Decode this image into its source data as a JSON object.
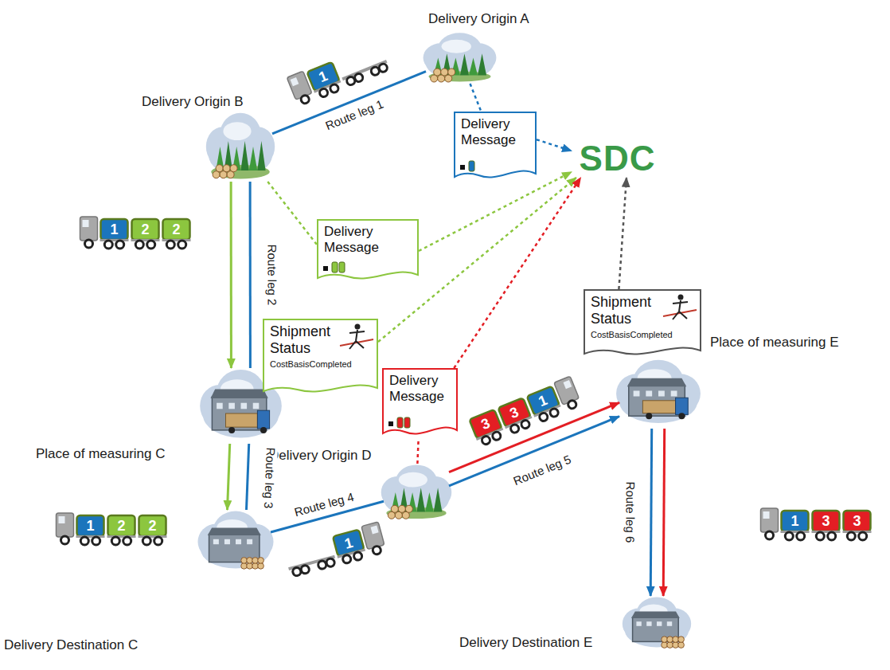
{
  "diagram": {
    "nodes": [
      {
        "text": [
          "Delivery Origin A"
        ]
      },
      {
        "text": [
          "Delivery Origin B"
        ]
      },
      {
        "text": [
          "SDC"
        ]
      },
      {
        "text": [
          "Delivery Message"
        ]
      },
      {
        "text": [
          "Delivery Message"
        ]
      },
      {
        "text": [
          "Shipment Status",
          "CostBasisCompleted"
        ]
      },
      {
        "text": [
          "Shipment Status",
          "CostBasisCompleted"
        ]
      },
      {
        "text": [
          "Place of measuring C"
        ]
      },
      {
        "text": [
          "Delivery Message"
        ]
      },
      {
        "text": [
          "Delivery Origin D"
        ]
      },
      {
        "text": [
          "Place of measuring E"
        ]
      },
      {
        "text": [
          "Delivery Destination C"
        ]
      },
      {
        "text": [
          "Delivery Destination E"
        ]
      }
    ],
    "edges": [
      {
        "from": 0,
        "to": 1,
        "label": "Route leg 1",
        "arrow": "none"
      },
      {
        "from": 1,
        "to": 7,
        "label": "Route leg 2",
        "arrow": "none"
      },
      {
        "from": 1,
        "to": 7,
        "arrow": "to"
      },
      {
        "from": 7,
        "to": 11,
        "label": "Route leg 3",
        "arrow": "none"
      },
      {
        "from": 7,
        "to": 11,
        "arrow": "to"
      },
      {
        "from": 11,
        "to": 9,
        "label": "Route leg 4",
        "arrow": "none"
      },
      {
        "from": 9,
        "to": 10,
        "label": "Route leg 5",
        "arrow": "to"
      },
      {
        "from": 9,
        "to": 10,
        "arrow": "to"
      },
      {
        "from": 10,
        "to": 12,
        "label": "Route leg 6",
        "arrow": "to"
      },
      {
        "from": 10,
        "to": 12,
        "arrow": "to"
      },
      {
        "from": 0,
        "to": 3,
        "arrow": "none"
      },
      {
        "from": 3,
        "to": 2,
        "arrow": "to"
      },
      {
        "from": 1,
        "to": 4,
        "arrow": "none"
      },
      {
        "from": 4,
        "to": 2,
        "arrow": "to"
      },
      {
        "from": 5,
        "to": 2,
        "arrow": "to"
      },
      {
        "from": 9,
        "to": 8,
        "arrow": "none"
      },
      {
        "from": 8,
        "to": 2,
        "arrow": "to"
      },
      {
        "from": 6,
        "to": 2,
        "arrow": "to"
      }
    ],
    "labels": [
      "1",
      "1",
      "2",
      "2",
      "1",
      "2",
      "2",
      "3",
      "3",
      "1",
      "1",
      "3",
      "3",
      "1"
    ]
  }
}
